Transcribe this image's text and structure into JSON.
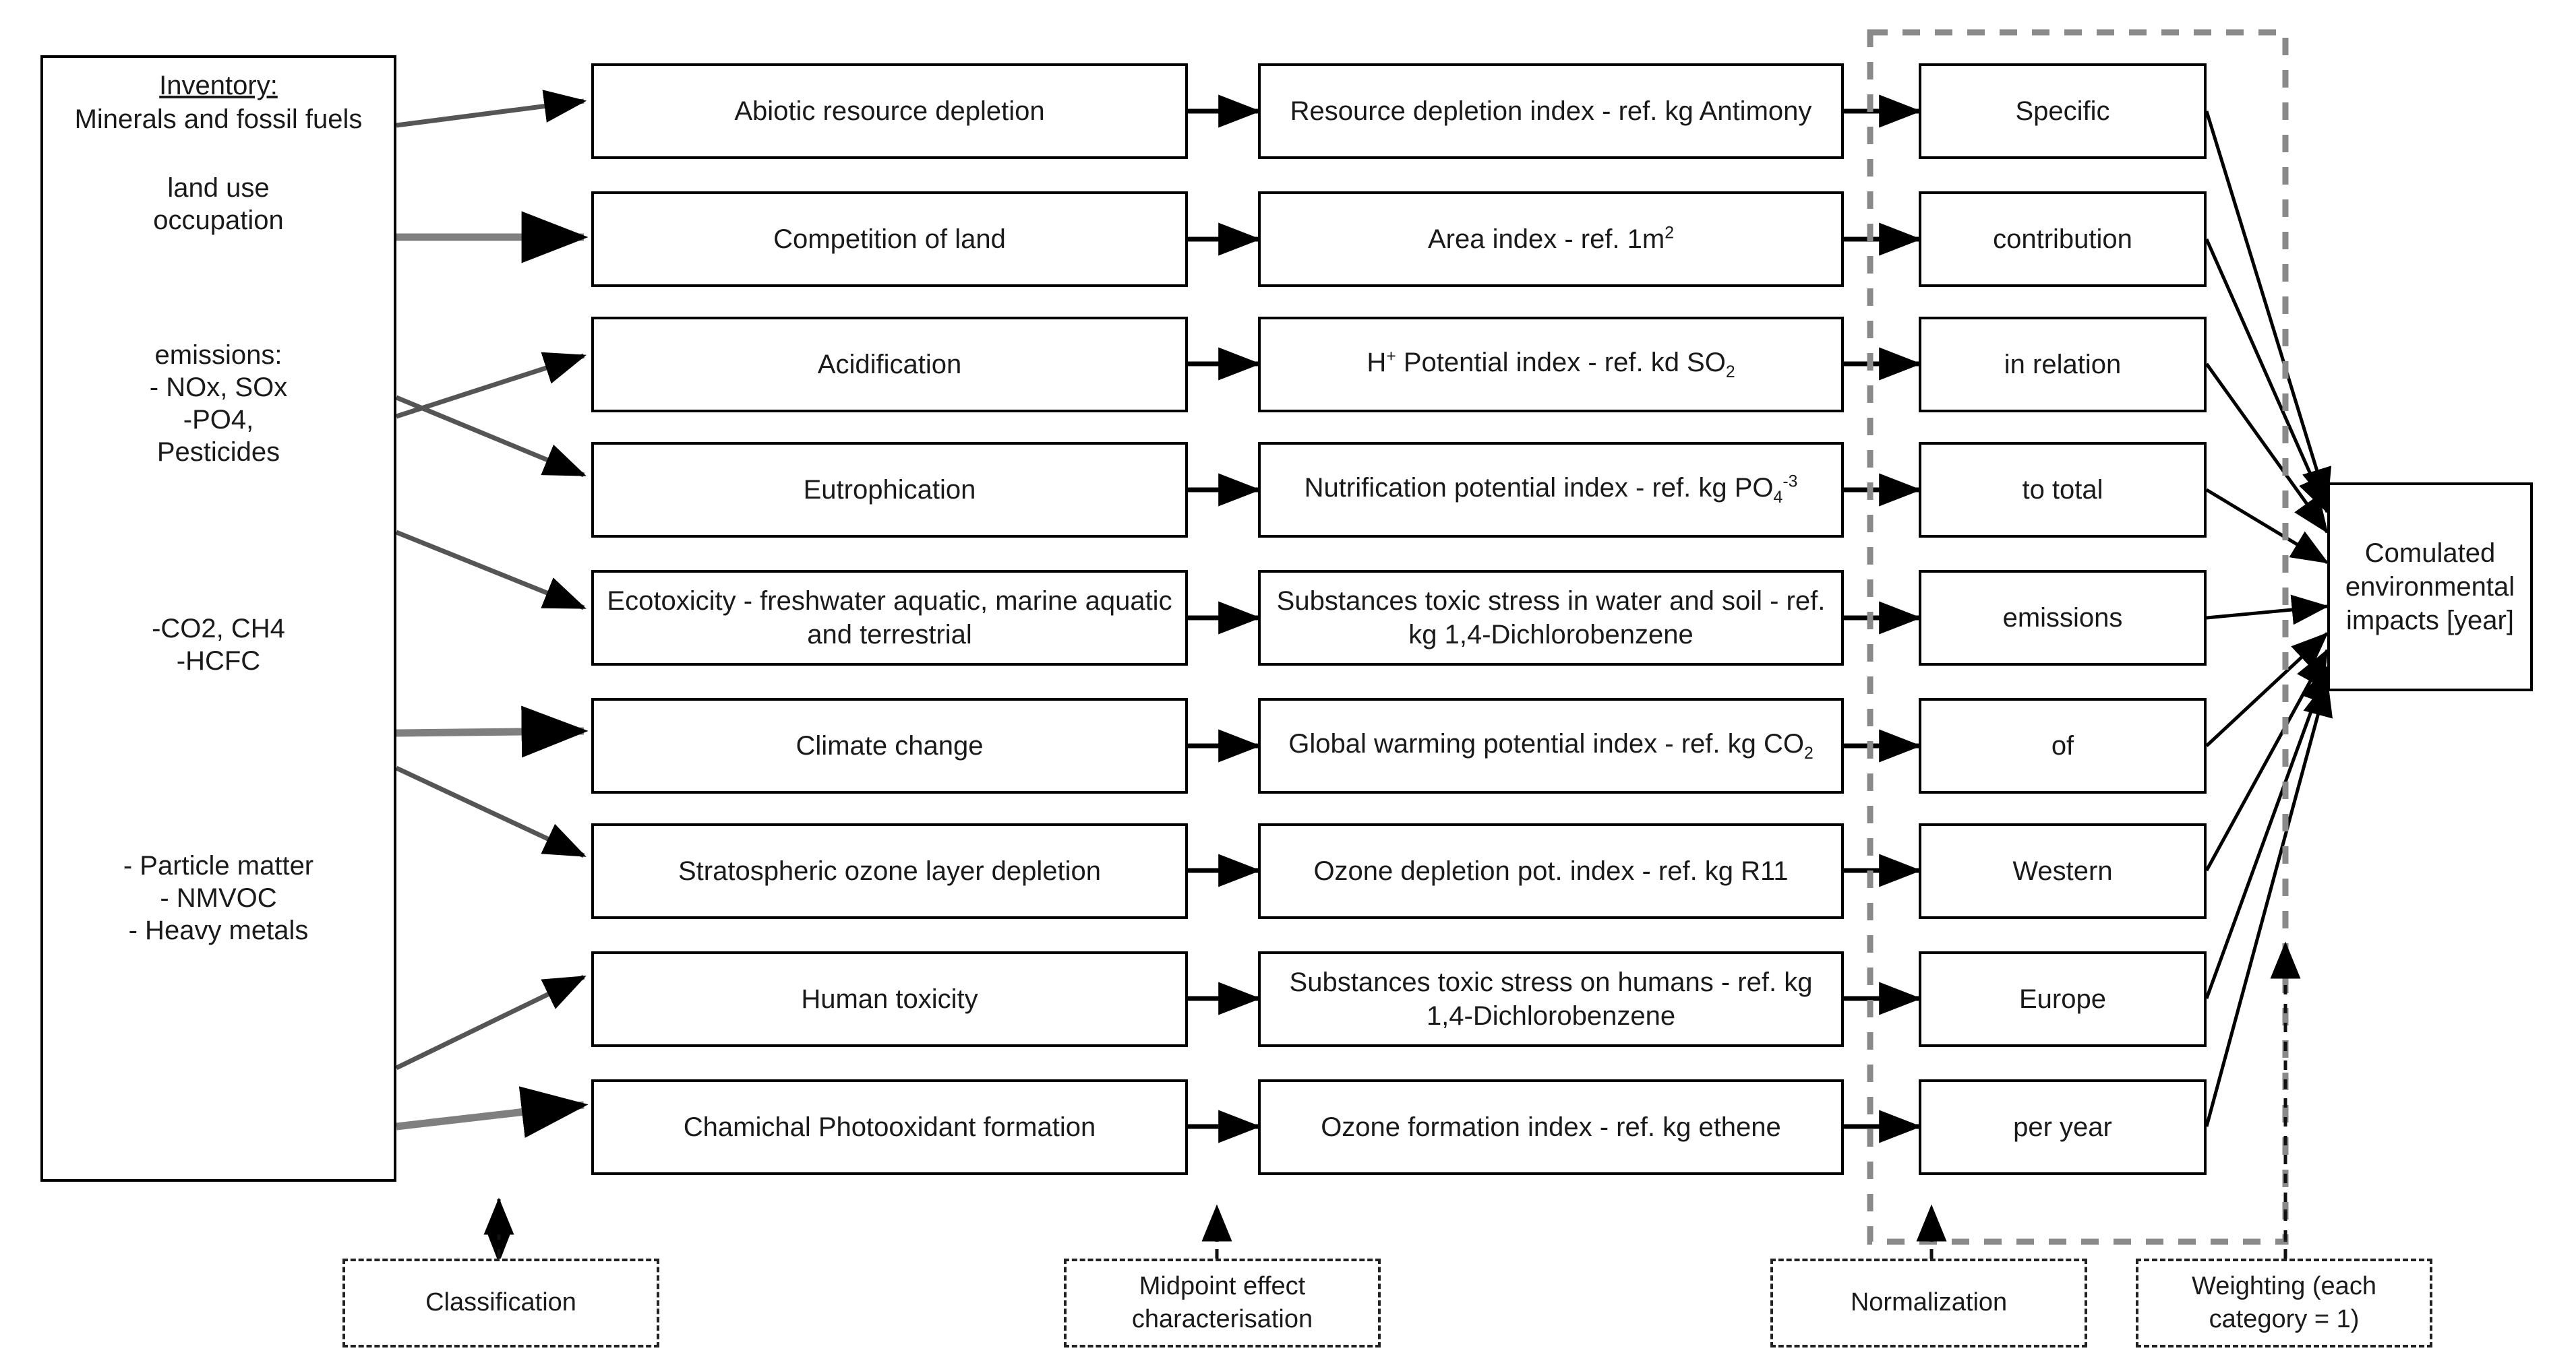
{
  "inventory": {
    "title": "Inventory:",
    "lines": [
      "Minerals and fossil fuels",
      "land use\noccupation",
      "emissions:\n- NOx, SOx\n-PO4,\nPesticides",
      "-CO2, CH4\n-HCFC",
      "- Particle matter\n- NMVOC\n- Heavy metals"
    ],
    "l0": "Minerals and fossil fuels",
    "l1a": "land use",
    "l1b": "occupation",
    "l2a": "emissions:",
    "l2b": "- NOx, SOx",
    "l2c": "-PO4,",
    "l2d": "Pesticides",
    "l3a": "-CO2, CH4",
    "l3b": "-HCFC",
    "l4a": "- Particle matter",
    "l4b": "- NMVOC",
    "l4c": "- Heavy metals"
  },
  "impact_categories": [
    "Abiotic resource depletion",
    "Competition of land",
    "Acidification",
    "Eutrophication",
    "Ecotoxicity - freshwater aquatic, marine aquatic and terrestrial",
    "Climate change",
    "Stratospheric ozone layer depletion",
    "Human toxicity",
    "Chamichal Photooxidant formation"
  ],
  "midpoint_indicators": [
    {
      "pre": "Resource depletion index - ref. kg Antimony",
      "sub": "",
      "post": ""
    },
    {
      "pre": "Area index - ref. 1m",
      "sup": "2",
      "post": ""
    },
    {
      "pre": "H",
      "sup": "+",
      "post": " Potential index - ref. kd SO",
      "sub2": "2"
    },
    {
      "pre": "Nutrification potential index - ref. kg PO",
      "sub": "4",
      "sup2": "-3"
    },
    {
      "pre": "Substances toxic stress in water and soil - ref. kg 1,4-Dichlorobenzene"
    },
    {
      "pre": "Global warming potential index - ref. kg CO",
      "sub": "2"
    },
    {
      "pre": "Ozone depletion pot. index - ref. kg R11"
    },
    {
      "pre": "Substances toxic stress on humans - ref. kg 1,4-Dichlorobenzene"
    },
    {
      "pre": "Ozone formation index - ref. kg ethene"
    }
  ],
  "midpoint_plain": [
    "Resource depletion index - ref. kg Antimony",
    "Area index - ref. 1m2",
    "H+ Potential index - ref. kd SO2",
    "Nutrification potential index - ref. kg PO4-3",
    "Substances toxic stress in water and soil - ref. kg 1,4-Dichlorobenzene",
    "Global warming potential index - ref. kg CO2",
    "Ozone depletion pot. index - ref. kg R11",
    "Substances toxic stress on humans - ref. kg 1,4-Dichlorobenzene",
    "Ozone formation index - ref. kg ethene"
  ],
  "normalization_words": [
    "Specific",
    "contribution",
    "in relation",
    "to total",
    "emissions",
    "of",
    "Western",
    "Europe",
    "per year"
  ],
  "result": {
    "line1": "Comulated",
    "line2": "environmental",
    "line3": "impacts [year]"
  },
  "legends": {
    "classification": "Classification",
    "midpoint_a": "Midpoint effect",
    "midpoint_b": "characterisation",
    "normalization": "Normalization",
    "weighting_a": "Weighting (each",
    "weighting_b": "category = 1)"
  },
  "colors": {
    "stroke": "#000000",
    "arrow_grey": "#7f7f7f",
    "text": "#1a1a1a",
    "dash_grey": "#8a8a8a"
  }
}
